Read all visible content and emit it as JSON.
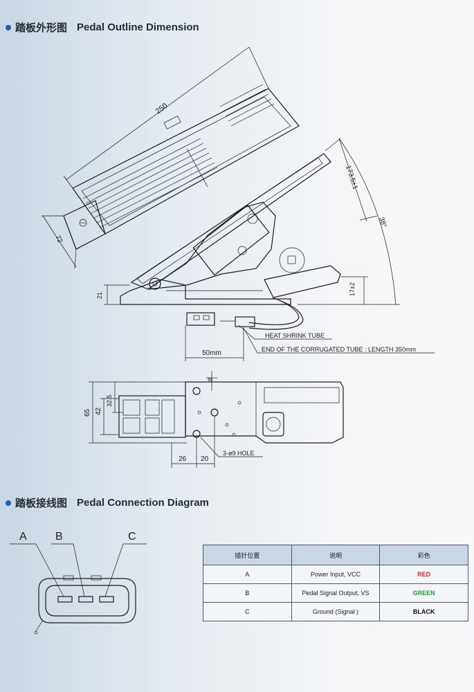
{
  "sections": {
    "outline": {
      "title_cn": "踏板外形图",
      "title_en": "Pedal Outline Dimension"
    },
    "connection": {
      "title_cn": "踏板接线图",
      "title_en": "Pedal Connection Diagram"
    }
  },
  "dimensions": {
    "length": "250",
    "width": "72",
    "height": "173.5±1",
    "angle": "38°",
    "base_height": "21",
    "right_height": "17±2",
    "cable_len": "50mm",
    "dim_65": "65",
    "dim_42": "42",
    "dim_32_5": "32.5",
    "dim_8": "8",
    "dim_26": "26",
    "dim_20": "20"
  },
  "callouts": {
    "heat_shrink": "HEAT SHRINK TUBE",
    "corrugated": "END OF THE CORRUGATED TUBE : LENGTH 350mm",
    "hole": "3-ø9 HOLE"
  },
  "connector": {
    "pins": [
      "A",
      "B",
      "C"
    ]
  },
  "pin_table": {
    "headers": [
      "插针位置",
      "说明",
      "彩色"
    ],
    "rows": [
      {
        "pin": "A",
        "desc": "Power Input, VCC",
        "color": "RED",
        "hex": "#e0241b"
      },
      {
        "pin": "B",
        "desc": "Pedal Signal Output, VS",
        "color": "GREEN",
        "hex": "#1d9a3b"
      },
      {
        "pin": "C",
        "desc": "Ground (Signal )",
        "color": "BLACK",
        "hex": "#111111"
      }
    ]
  }
}
